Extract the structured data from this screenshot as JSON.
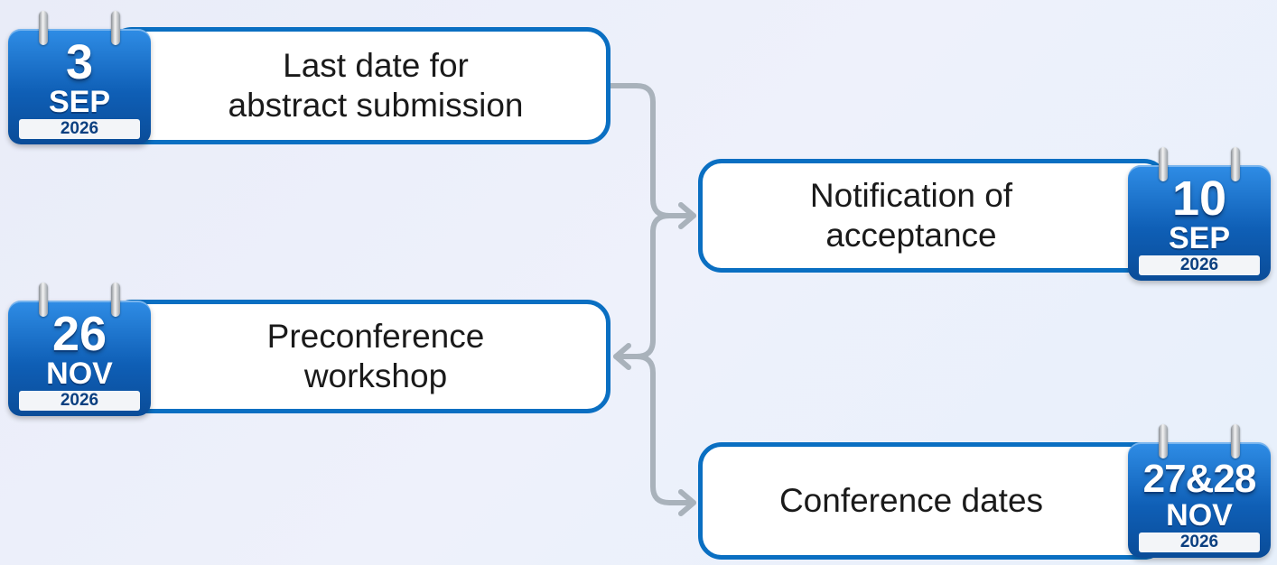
{
  "milestones": [
    {
      "label": "Last date for abstract submission",
      "lines": [
        "Last date for",
        "abstract submission"
      ],
      "calendar": {
        "day": "3",
        "month": "SEP",
        "year": "2026"
      }
    },
    {
      "label": "Notification of acceptance",
      "lines": [
        "Notification of",
        "acceptance"
      ],
      "calendar": {
        "day": "10",
        "month": "SEP",
        "year": "2026"
      }
    },
    {
      "label": "Preconference workshop",
      "lines": [
        "Preconference",
        "workshop"
      ],
      "calendar": {
        "day": "26",
        "month": "NOV",
        "year": "2026"
      }
    },
    {
      "label": "Conference dates",
      "lines": [
        "Conference dates"
      ],
      "calendar": {
        "day": "27&28",
        "month": "NOV",
        "year": "2026"
      }
    }
  ],
  "colors": {
    "box_border": "#0a6fc2",
    "calendar_blue": "#1565c0",
    "connector": "#a9b2bb",
    "background": "#eceff9"
  },
  "icons": {
    "calendar": "calendar-icon",
    "arrow": "arrowhead-icon"
  }
}
